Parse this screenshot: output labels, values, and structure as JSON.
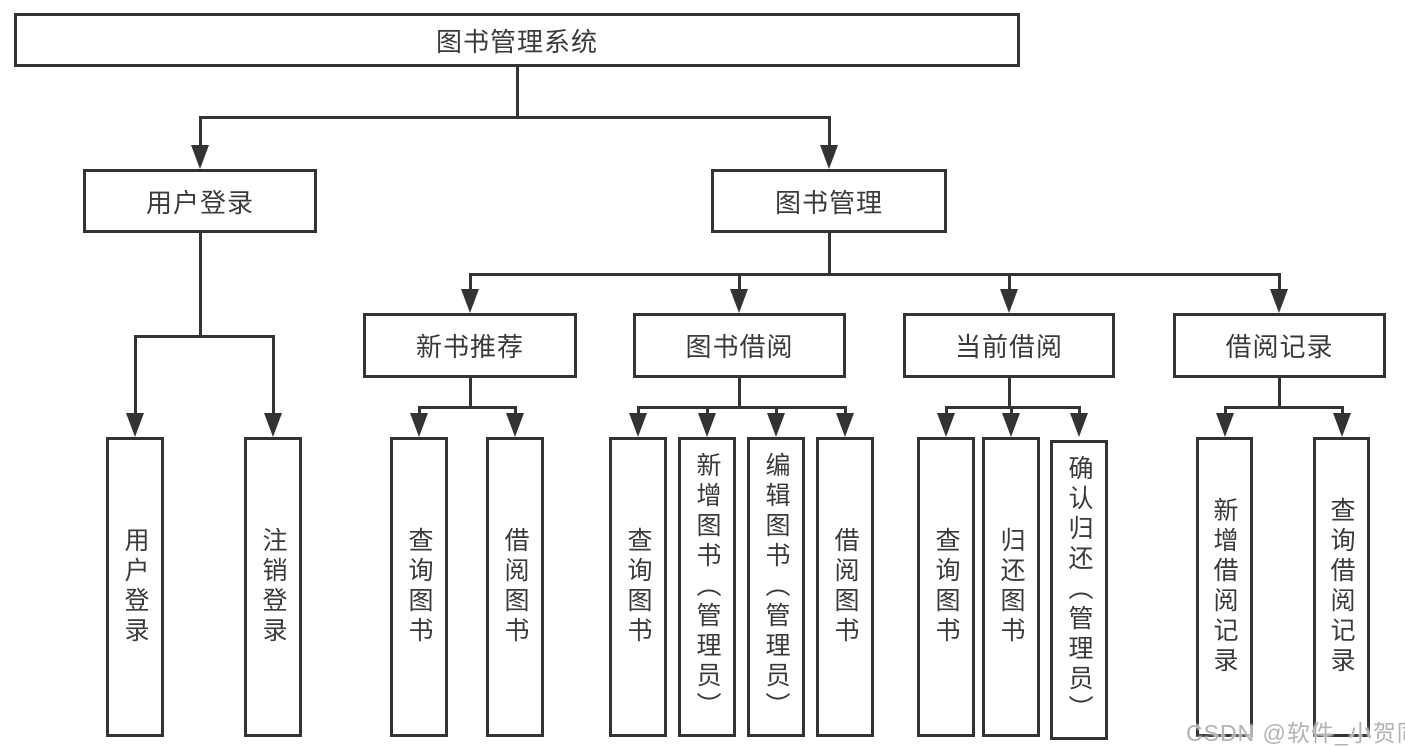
{
  "diagram_type": "hierarchy-tree",
  "colors": {
    "line": "#333333",
    "node_border": "#333333",
    "node_fill": "#ffffff",
    "text": "#3a3a3a",
    "watermark": "#b3b3b3",
    "background": "#ffffff"
  },
  "tree": {
    "label": "图书管理系统",
    "children": [
      {
        "label": "用户登录",
        "children": [
          {
            "label": "用户登录"
          },
          {
            "label": "注销登录"
          }
        ]
      },
      {
        "label": "图书管理",
        "children": [
          {
            "label": "新书推荐",
            "children": [
              {
                "label": "查询图书"
              },
              {
                "label": "借阅图书"
              }
            ]
          },
          {
            "label": "图书借阅",
            "children": [
              {
                "label": "查询图书"
              },
              {
                "label": "新增图书（管理员）"
              },
              {
                "label": "编辑图书（管理员）"
              },
              {
                "label": "借阅图书"
              }
            ]
          },
          {
            "label": "当前借阅",
            "children": [
              {
                "label": "查询图书"
              },
              {
                "label": "归还图书"
              },
              {
                "label": "确认归还（管理员）"
              }
            ]
          },
          {
            "label": "借阅记录",
            "children": [
              {
                "label": "新增借阅记录"
              },
              {
                "label": "查询借阅记录"
              }
            ]
          }
        ]
      }
    ]
  },
  "watermark": {
    "text": "CSDN @软件_小贺同学"
  }
}
